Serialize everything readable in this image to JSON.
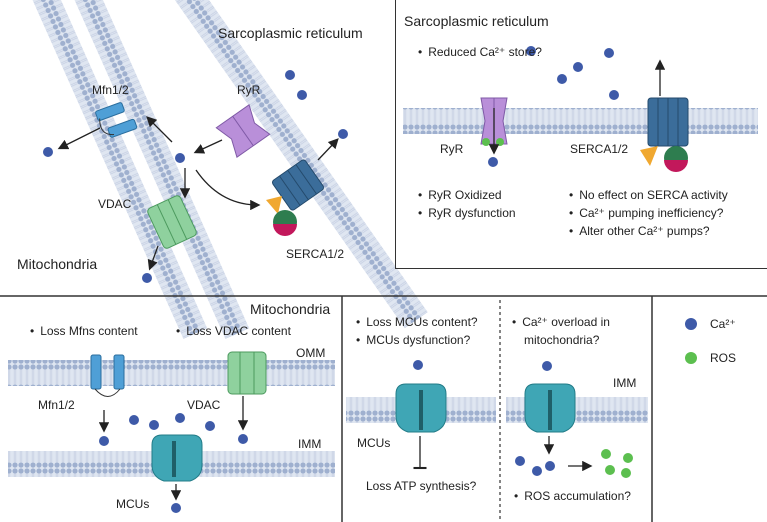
{
  "panel_a": {
    "sr_label": "Sarcoplasmic reticulum",
    "mito_label": "Mitochondria",
    "mfn_label": "Mfn1/2",
    "ryr_label": "RyR",
    "vdac_label": "VDAC",
    "serca_label": "SERCA1/2"
  },
  "panel_b": {
    "title": "Sarcoplasmic reticulum",
    "note_store": "Reduced Ca²⁺ store?",
    "ryr_label": "RyR",
    "serca_label": "SERCA1/2",
    "ryr_notes": [
      "RyR Oxidized",
      "RyR dysfunction"
    ],
    "serca_notes": [
      "No effect on SERCA activity",
      "Ca²⁺ pumping inefficiency?",
      "Alter other Ca²⁺ pumps?"
    ]
  },
  "panel_c": {
    "title": "Mitochondria",
    "note_mfn": "Loss Mfns content",
    "note_vdac": "Loss VDAC content",
    "omm": "OMM",
    "imm": "IMM",
    "mfn_label": "Mfn1/2",
    "vdac_label": "VDAC",
    "mcu_label": "MCUs"
  },
  "panel_d": {
    "notes": [
      "Loss MCUs content?",
      "MCUs dysfunction?"
    ],
    "mcu_label": "MCUs",
    "atp_note": "Loss ATP synthesis?"
  },
  "panel_e": {
    "note_line1": "Ca²⁺ overload in",
    "note_line2": "mitochondria?",
    "imm": "IMM",
    "ros_note": "ROS accumulation?"
  },
  "legend": {
    "ca": "Ca²⁺",
    "ros": "ROS"
  },
  "colors": {
    "ca": "#3e5aa8",
    "ros": "#5cbf4f",
    "ryr": "#b98fd9",
    "serca": "#3b6d9a",
    "vdac": "#8fd19e",
    "mfn": "#4f9fd6",
    "mcu": "#3fa6b5"
  }
}
